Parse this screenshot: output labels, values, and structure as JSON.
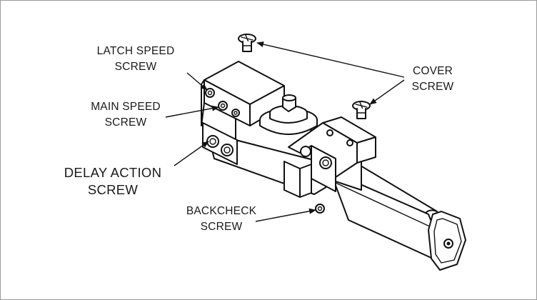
{
  "labels": {
    "latch_speed": [
      "LATCH SPEED",
      "SCREW"
    ],
    "main_speed": [
      "MAIN SPEED",
      "SCREW"
    ],
    "delay_action": [
      "DELAY ACTION",
      "SCREW"
    ],
    "backcheck": [
      "BACKCHECK",
      "SCREW"
    ],
    "cover": [
      "COVER",
      "SCREW"
    ]
  },
  "colors": {
    "line": "#111111",
    "background": "#ffffff",
    "border": "#9a9a9a"
  }
}
